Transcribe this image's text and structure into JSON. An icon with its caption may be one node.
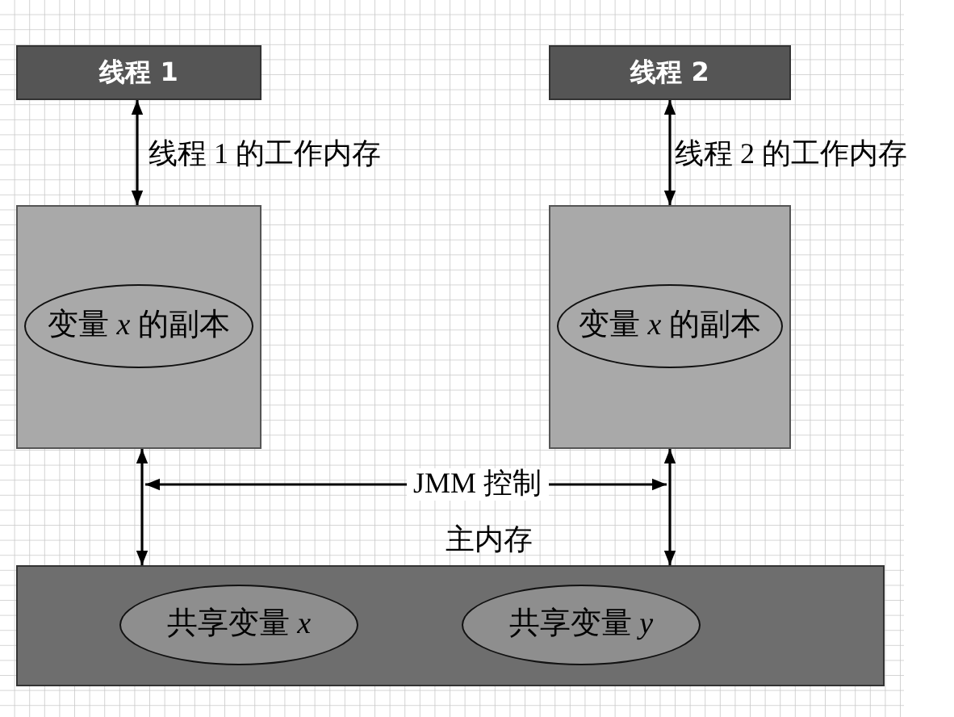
{
  "diagram": {
    "nodes": [
      {
        "text": [
          "线程 1"
        ]
      },
      {
        "text": [
          "线程 2"
        ]
      },
      {
        "text": [],
        "shape": "box"
      },
      {
        "text": [
          "变量 *x* 的副本"
        ],
        "in": 2
      },
      {
        "text": [],
        "shape": "box"
      },
      {
        "text": [
          "变量 *x* 的副本"
        ],
        "in": 4
      },
      {
        "text": [
          "主内存"
        ]
      },
      {
        "text": [
          "共享变量 *x*"
        ],
        "in": 6
      },
      {
        "text": [
          "共享变量 *y*"
        ],
        "in": 6
      }
    ],
    "edges": [
      {
        "from": 0,
        "to": 2,
        "arrow": "both",
        "label": "线程 1 的工作内存"
      },
      {
        "from": 1,
        "to": 4,
        "arrow": "both",
        "label": "线程 2 的工作内存"
      },
      {
        "from": 2,
        "to": 6,
        "arrow": "both"
      },
      {
        "from": 4,
        "to": 6,
        "arrow": "both"
      }
    ],
    "labels": [
      "JMM 控制"
    ]
  }
}
